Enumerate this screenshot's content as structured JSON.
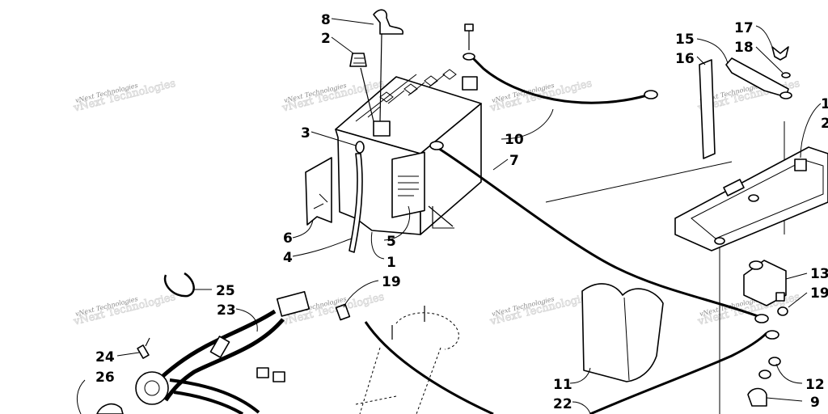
{
  "watermark": "vNext Technologies",
  "callouts": [
    "1",
    "2",
    "3",
    "4",
    "5",
    "6",
    "7",
    "8",
    "9",
    "10",
    "11",
    "12",
    "13",
    "15",
    "16",
    "17",
    "18",
    "19",
    "22",
    "23",
    "24",
    "25",
    "26"
  ],
  "edge_labels": [
    "1",
    "2"
  ]
}
